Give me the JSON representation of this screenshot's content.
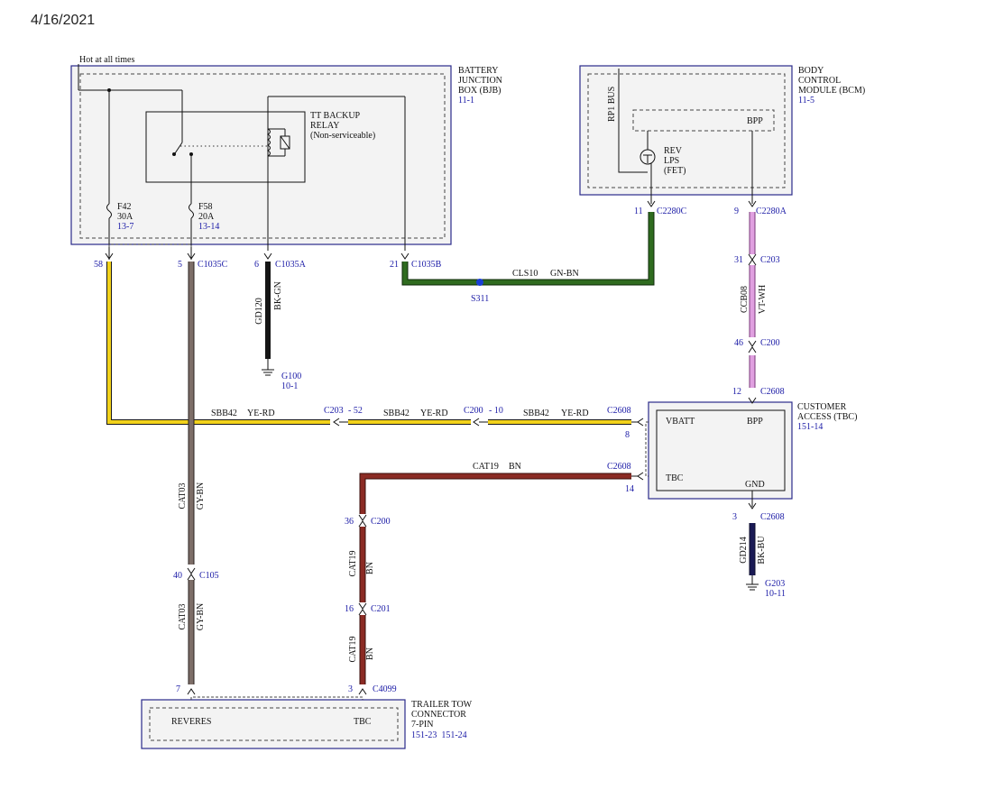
{
  "header": {
    "date": "4/16/2021"
  },
  "colors": {
    "yellow": "#f2d21b",
    "gray_brown": "#7d6e68",
    "black": "#151515",
    "green": "#2f6b1f",
    "violet": "#e0a0e0",
    "brown": "#8b2b24",
    "navy": "#1a1a55",
    "label_blue": "#1a1aa6"
  },
  "bjb": {
    "note": "Hot at all times",
    "title": [
      "BATTERY",
      "JUNCTION",
      "BOX (BJB)"
    ],
    "ref": "11-1",
    "relay": [
      "TT BACKUP",
      "RELAY",
      "(Non-serviceable)"
    ],
    "fuses": [
      {
        "name": "F42",
        "amp": "30A",
        "ref": "13-7"
      },
      {
        "name": "F58",
        "amp": "20A",
        "ref": "13-14"
      }
    ],
    "pins": [
      {
        "pin": "58",
        "conn": ""
      },
      {
        "pin": "5",
        "conn": "C1035C"
      },
      {
        "pin": "6",
        "conn": "C1035A"
      },
      {
        "pin": "21",
        "conn": "C1035B"
      }
    ]
  },
  "bcm": {
    "title": [
      "BODY",
      "CONTROL",
      "MODULE (BCM)"
    ],
    "ref": "11-5",
    "bus": "RP1 BUS",
    "bpp": "BPP",
    "rev": [
      "REV",
      "LPS",
      "(FET)"
    ],
    "pins": [
      {
        "pin": "11",
        "conn": "C2280C"
      },
      {
        "pin": "9",
        "conn": "C2280A"
      }
    ]
  },
  "tbc": {
    "title": [
      "CUSTOMER",
      "ACCESS (TBC)"
    ],
    "ref": "151-14",
    "labels": {
      "vbatt": "VBATT",
      "bpp": "BPP",
      "tbc": "TBC",
      "gnd": "GND"
    },
    "pins": [
      {
        "pin": "12",
        "conn": "C2608"
      },
      {
        "pin": "8",
        "conn": "C2608"
      },
      {
        "pin": "14",
        "conn": "C2608"
      },
      {
        "pin": "3",
        "conn": "C2608"
      }
    ]
  },
  "ttc": {
    "title": [
      "TRAILER TOW",
      "CONNECTOR",
      "7-PIN"
    ],
    "refs": "151-23  151-24",
    "labels": {
      "reverse": "REVERES",
      "tbc": "TBC"
    },
    "pins": [
      {
        "pin": "7",
        "conn": ""
      },
      {
        "pin": "3",
        "conn": "C4099"
      }
    ]
  },
  "wires": {
    "gd120": {
      "circuit": "GD120",
      "color": "BK-GN"
    },
    "cls10": {
      "circuit": "CLS10",
      "color": "GN-BN"
    },
    "ccb08": {
      "circuit": "CCB08",
      "color": "VT-WH"
    },
    "sbb42": {
      "circuit": "SBB42",
      "color": "YE-RD"
    },
    "cat19": {
      "circuit": "CAT19",
      "color": "BN"
    },
    "cat03": {
      "circuit": "CAT03",
      "color": "GY-BN"
    },
    "gd214": {
      "circuit": "GD214",
      "color": "BK-BU"
    }
  },
  "splice": "S311",
  "grounds": [
    {
      "name": "G100",
      "ref": "10-1"
    },
    {
      "name": "G203",
      "ref": "10-11"
    }
  ],
  "connectors": {
    "c203_violet": {
      "pin": "31",
      "conn": "C203"
    },
    "c200_violet": {
      "pin": "46",
      "conn": "C200"
    },
    "c203_sbb": {
      "conn": "C203",
      "pin": "52"
    },
    "c200_sbb": {
      "conn": "C200",
      "pin": "10"
    },
    "c2608_sbb": {
      "conn": "C2608"
    },
    "c2608_cat": {
      "conn": "C2608"
    },
    "c200_cat": {
      "pin": "36",
      "conn": "C200"
    },
    "c201_cat": {
      "pin": "16",
      "conn": "C201"
    },
    "c105": {
      "pin": "40",
      "conn": "C105"
    }
  }
}
